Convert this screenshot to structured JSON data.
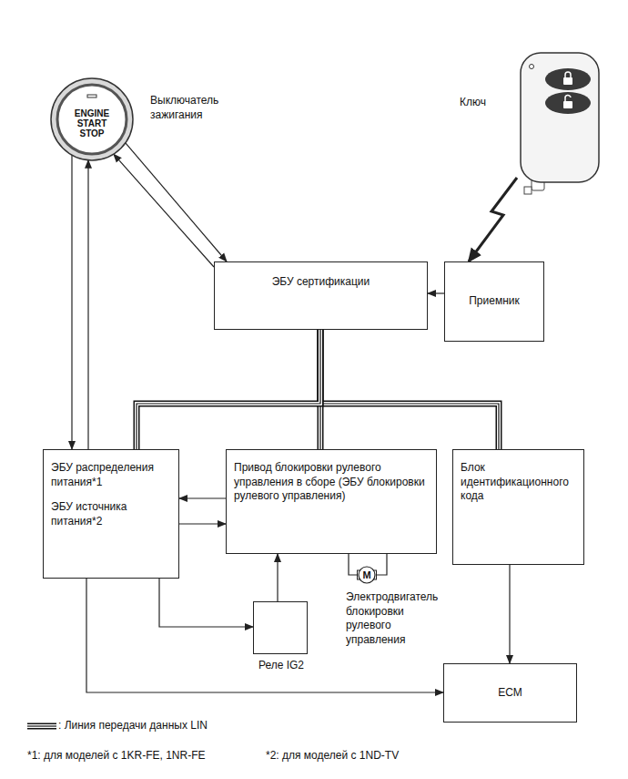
{
  "diagram": {
    "nodes": [
      {
        "text": [
          "ENGINE START STOP",
          "Выключатель зажигания"
        ]
      },
      {
        "text": [
          "Ключ"
        ]
      },
      {
        "text": [
          "ЭБУ сертификации"
        ]
      },
      {
        "text": [
          "Приемник"
        ]
      },
      {
        "text": [
          "ЭБУ распределения питания*1",
          "ЭБУ источника питания*2"
        ]
      },
      {
        "text": [
          "Привод блокировки рулевого управления в сборе (ЭБУ блокировки рулевого управления)"
        ]
      },
      {
        "text": [
          "Блок идентификационного кода"
        ]
      },
      {
        "text": [
          "M",
          "Электродвигатель блокировки рулевого управления"
        ]
      },
      {
        "text": [
          "Реле IG2"
        ]
      },
      {
        "text": [
          "ECM"
        ]
      }
    ],
    "edges": [
      {
        "from": 0,
        "to": 2,
        "arrow": "to"
      },
      {
        "from": 2,
        "to": 0,
        "arrow": "to"
      },
      {
        "from": 0,
        "to": 4,
        "arrow": "to"
      },
      {
        "from": 4,
        "to": 0,
        "arrow": "to"
      },
      {
        "from": 1,
        "to": 3,
        "arrow": "to"
      },
      {
        "from": 3,
        "to": 2,
        "arrow": "to"
      },
      {
        "from": 2,
        "to": 4,
        "arrow": "none"
      },
      {
        "from": 2,
        "to": 5,
        "arrow": "none"
      },
      {
        "from": 2,
        "to": 6,
        "arrow": "none"
      },
      {
        "from": 5,
        "to": 4,
        "arrow": "to"
      },
      {
        "from": 4,
        "to": 5,
        "arrow": "to"
      },
      {
        "from": 5,
        "to": 7,
        "arrow": "none"
      },
      {
        "from": 5,
        "to": 7,
        "arrow": "none"
      },
      {
        "from": 4,
        "to": 8,
        "arrow": "to"
      },
      {
        "from": 8,
        "to": 5,
        "arrow": "to"
      },
      {
        "from": 4,
        "to": 9,
        "arrow": "to"
      },
      {
        "from": 6,
        "to": 9,
        "arrow": "to"
      }
    ],
    "labels": [
      "*1: для моделей с 1KR-FE, 1NR-FE",
      "*2: для моделей с 1ND-TV"
    ],
    "legend": [
      {
        "text": ": Линия передачи данных LIN"
      }
    ]
  }
}
